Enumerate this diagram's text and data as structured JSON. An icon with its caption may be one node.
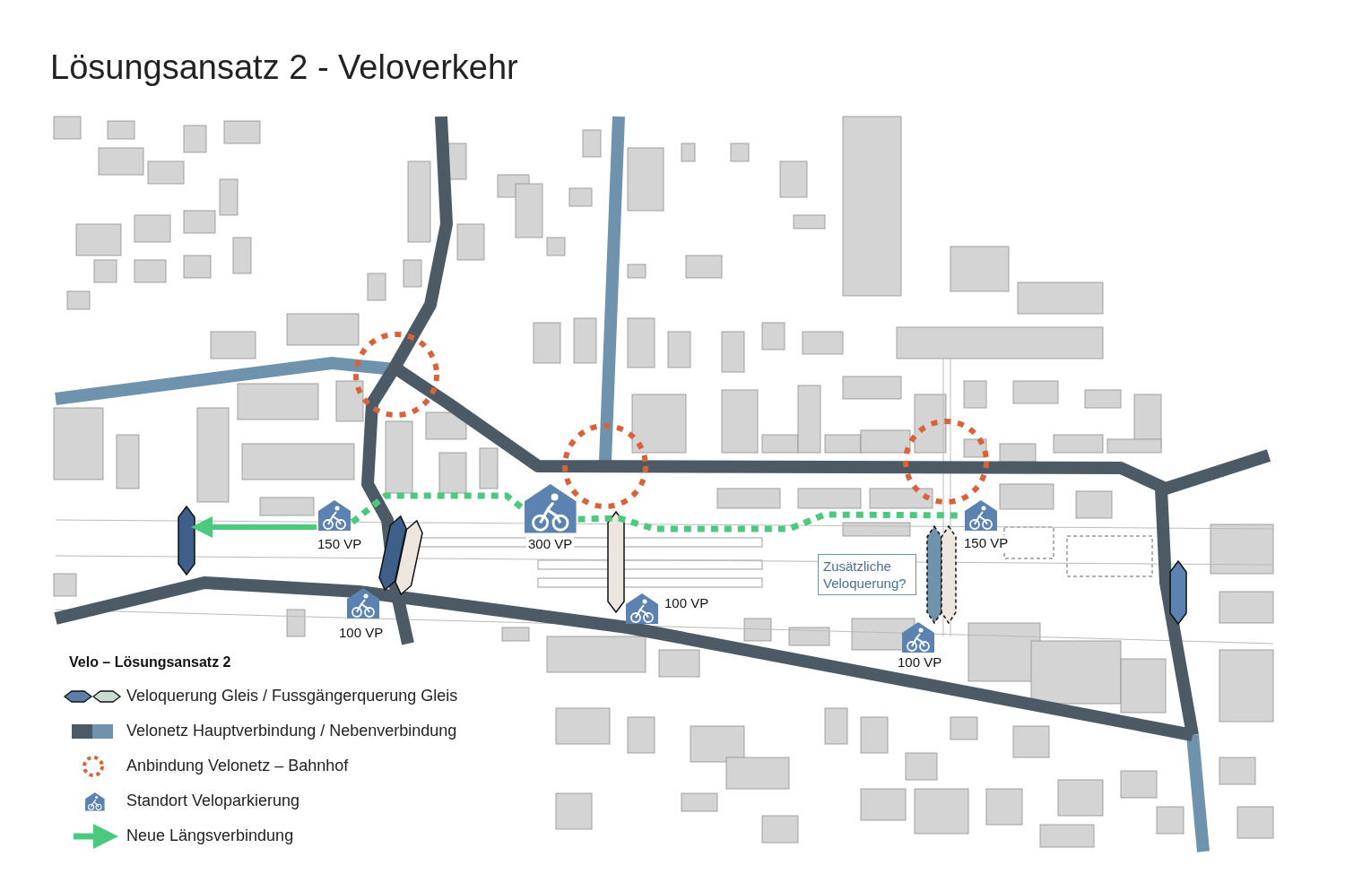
{
  "diagram": {
    "title": "Lösungsansatz 2 - Veloverkehr",
    "nodes": [
      {
        "text": [],
        "shape": "circle"
      },
      {
        "text": [],
        "shape": "circle"
      },
      {
        "text": [],
        "shape": "circle"
      },
      {
        "text": [],
        "shape": "diamond"
      },
      {
        "text": [],
        "shape": "diamond"
      },
      {
        "text": [],
        "shape": "diamond"
      },
      {
        "text": [],
        "shape": "diamond"
      },
      {
        "text": [
          "Zusätzliche Veloquerung?"
        ]
      },
      {
        "text": [],
        "shape": "diamond"
      },
      {
        "text": [],
        "shape": "diamond"
      },
      {
        "text": [],
        "shape": "diamond"
      },
      {
        "text": [],
        "shape": "picture",
        "beside": [
          "150 VP"
        ]
      },
      {
        "text": [],
        "shape": "picture",
        "beside": [
          "300 VP"
        ]
      },
      {
        "text": [],
        "shape": "picture",
        "beside": [
          "150 VP"
        ]
      },
      {
        "text": [],
        "shape": "picture",
        "beside": [
          "100 VP"
        ]
      },
      {
        "text": [],
        "shape": "picture",
        "beside": [
          "100 VP"
        ]
      },
      {
        "text": [],
        "shape": "picture",
        "beside": [
          "100 VP"
        ]
      }
    ],
    "edges": [
      {
        "from": 11,
        "to": 3,
        "arrow": "to"
      },
      {
        "from": 11,
        "to": 12,
        "arrow": "none",
        "style": "dashed"
      },
      {
        "from": 12,
        "to": 13,
        "arrow": "none",
        "style": "dashed"
      }
    ],
    "labels": [
      "Velo – Lösungsansatz 2"
    ],
    "legend": [
      {
        "text": "Veloquerung Gleis / Fussgängerquerung Gleis"
      },
      {
        "text": "Velonetz Hauptverbindung / Nebenverbindung"
      },
      {
        "text": "Anbindung Velonetz – Bahnhof"
      },
      {
        "text": "Standort Veloparkierung"
      },
      {
        "text": "Neue Längsverbindung"
      }
    ]
  }
}
